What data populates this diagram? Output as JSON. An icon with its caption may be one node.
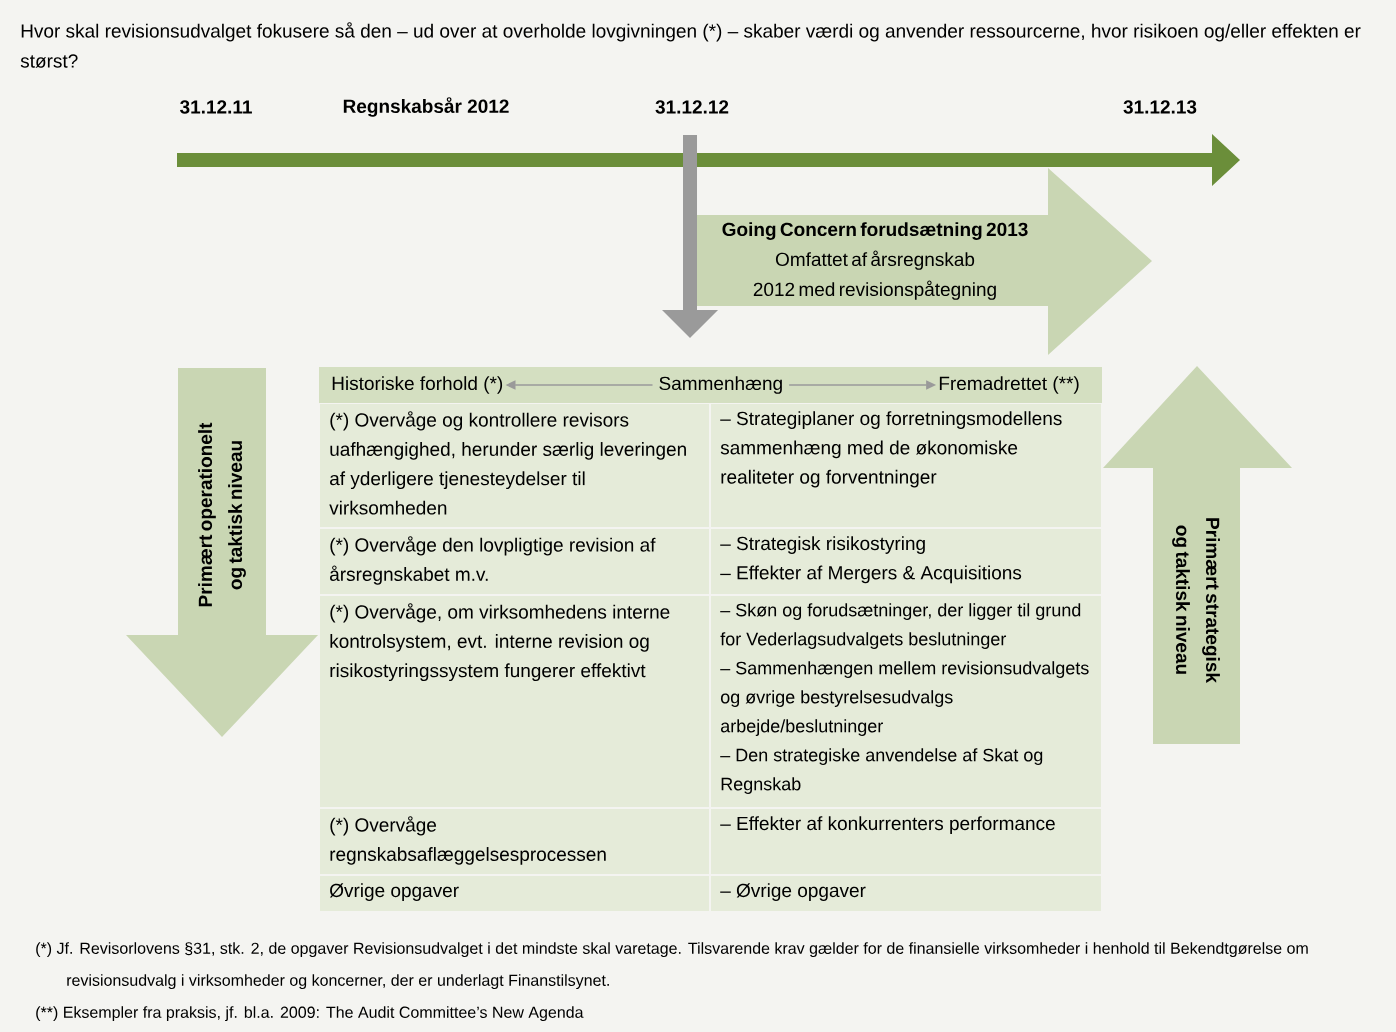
{
  "diagram": {
    "title": "Hvor skal revisionsudvalget fokusere så den – ud over at overholde lovgivningen (*) – skaber værdi og anvender ressourcerne, hvor risikoen og/eller effekten er størst?",
    "nodes": [
      {
        "text": [
          "Going Concern forudsætning 2013",
          "Omfattet af årsregnskab 2012 med revisionspåtegning"
        ]
      },
      {
        "text": [
          "Primært operationelt og taktisk niveau"
        ]
      },
      {
        "text": [
          "Primært strategisk og taktisk niveau"
        ]
      },
      {
        "text": [
          "Historiske forhold (*)"
        ]
      },
      {
        "text": [
          "Fremadrettet (**)"
        ]
      }
    ],
    "edges": [
      {
        "from": 3,
        "to": 4,
        "arrow": "both",
        "label": "Sammenhæng"
      }
    ],
    "labels": [
      "31.12.11",
      "Regnskabsår 2012",
      "31.12.12",
      "31.12.13",
      "(*) Overvåge og kontrollere revisors uafhængighed, herunder særlig leveringen af yderligere tjenesteydelser til virksomheden",
      "– Strategiplaner og forretningsmodellens sammenhæng med de økonomiske realiteter og forventninger",
      "(*) Overvåge den lovpligtige revision af årsregnskabet m.v.",
      "– Strategisk risikostyring",
      "– Effekter af Mergers & Acquisitions",
      "(*) Overvåge, om virksomhedens interne kontrolsystem, evt. interne revision og risikostyringssystem fungerer effektivt",
      "– Skøn og forudsætninger, der ligger til grund for Vederlagsudvalgets beslutninger",
      "– Sammenhængen mellem revisionsudvalgets og øvrige bestyrelsesudvalgs arbejde/beslutninger",
      "– Den strategiske anvendelse af Skat og Regnskab",
      "(*) Overvåge regnskabsaflæggelsesprocessen",
      "– Effekter af konkurrenters performance",
      "Øvrige opgaver",
      "– Øvrige opgaver",
      "(*) Jf. Revisorlovens §31, stk. 2, de opgaver Revisionsudvalget i det mindste skal varetage. Tilsvarende krav gælder for de finansielle virksomheder i henhold til Bekendtgørelse om revisionsudvalg i virksomheder og koncerner, der er underlagt Finanstilsynet.",
      "(**) Eksempler fra praksis, jf. bl.a. 2009: The Audit Committee’s New Agenda"
    ]
  }
}
